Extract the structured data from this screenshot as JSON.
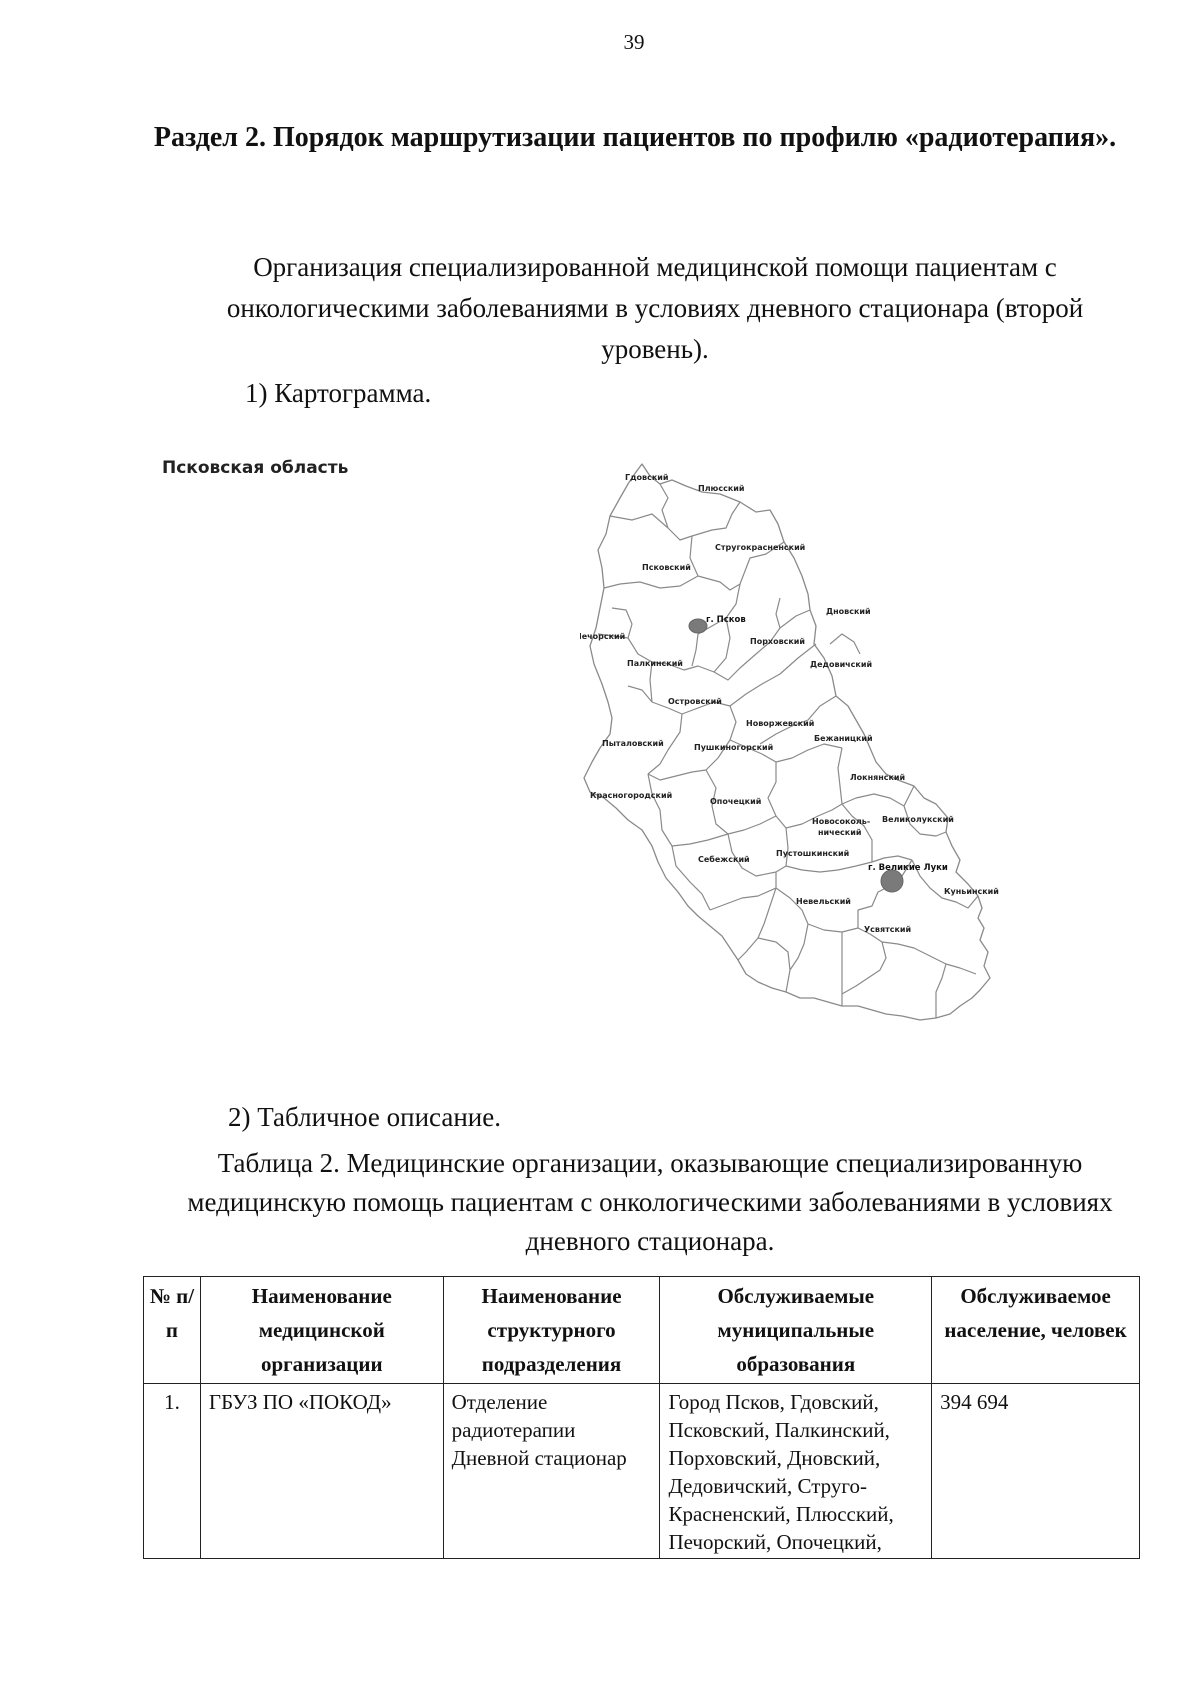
{
  "page_number": "39",
  "section_title": "Раздел 2. Порядок маршрутизации пациентов по профилю «радиотерапия».",
  "intro": "Организация специализированной медицинской помощи пациентам с онкологическими заболеваниями в условиях дневного стационара (второй уровень).",
  "cartogram_label": "1) Картограмма.",
  "map": {
    "caption": "Псковская область",
    "districts": [
      "Гдовский",
      "Плюсский",
      "Стругокрасненский",
      "Псковский",
      "Печорский",
      "Палкинский",
      "Порховский",
      "Дновский",
      "Дедовичский",
      "Островский",
      "Новоржевский",
      "Бежаницкий",
      "Пыталовский",
      "Пушкиногорский",
      "Локнянский",
      "Красногородский",
      "Опочецкий",
      "Новосоколь-",
      "ничеcкий",
      "Великолукский",
      "Пустошкинский",
      "Себежский",
      "Невельский",
      "Куньинский",
      "Усвятский"
    ],
    "cities": [
      "г. Псков",
      "г. Великие Луки"
    ]
  },
  "table_label": "2) Табличное описание.",
  "table_caption": "Таблица 2. Медицинские организации, оказывающие специализированную медицинскую помощь пациентам с онкологическими заболеваниями в условиях дневного стационара.",
  "table": {
    "headers": [
      "№ п/п",
      "Наименование медицинской организации",
      "Наименование структурного подразделения",
      "Обслуживаемые муниципальные образования",
      "Обслуживаемое население, человек"
    ],
    "rows": [
      {
        "num": "1.",
        "org": "ГБУЗ ПО «ПОКОД»",
        "dept": "Отделение радиотерапии Дневной стационар",
        "areas": "Город Псков, Гдовский, Псковский, Палкинский, Порховский, Дновский, Дедовичский, Струго- Красненский, Плюсский, Печорский, Опочецкий,",
        "population": "394 694"
      }
    ]
  }
}
